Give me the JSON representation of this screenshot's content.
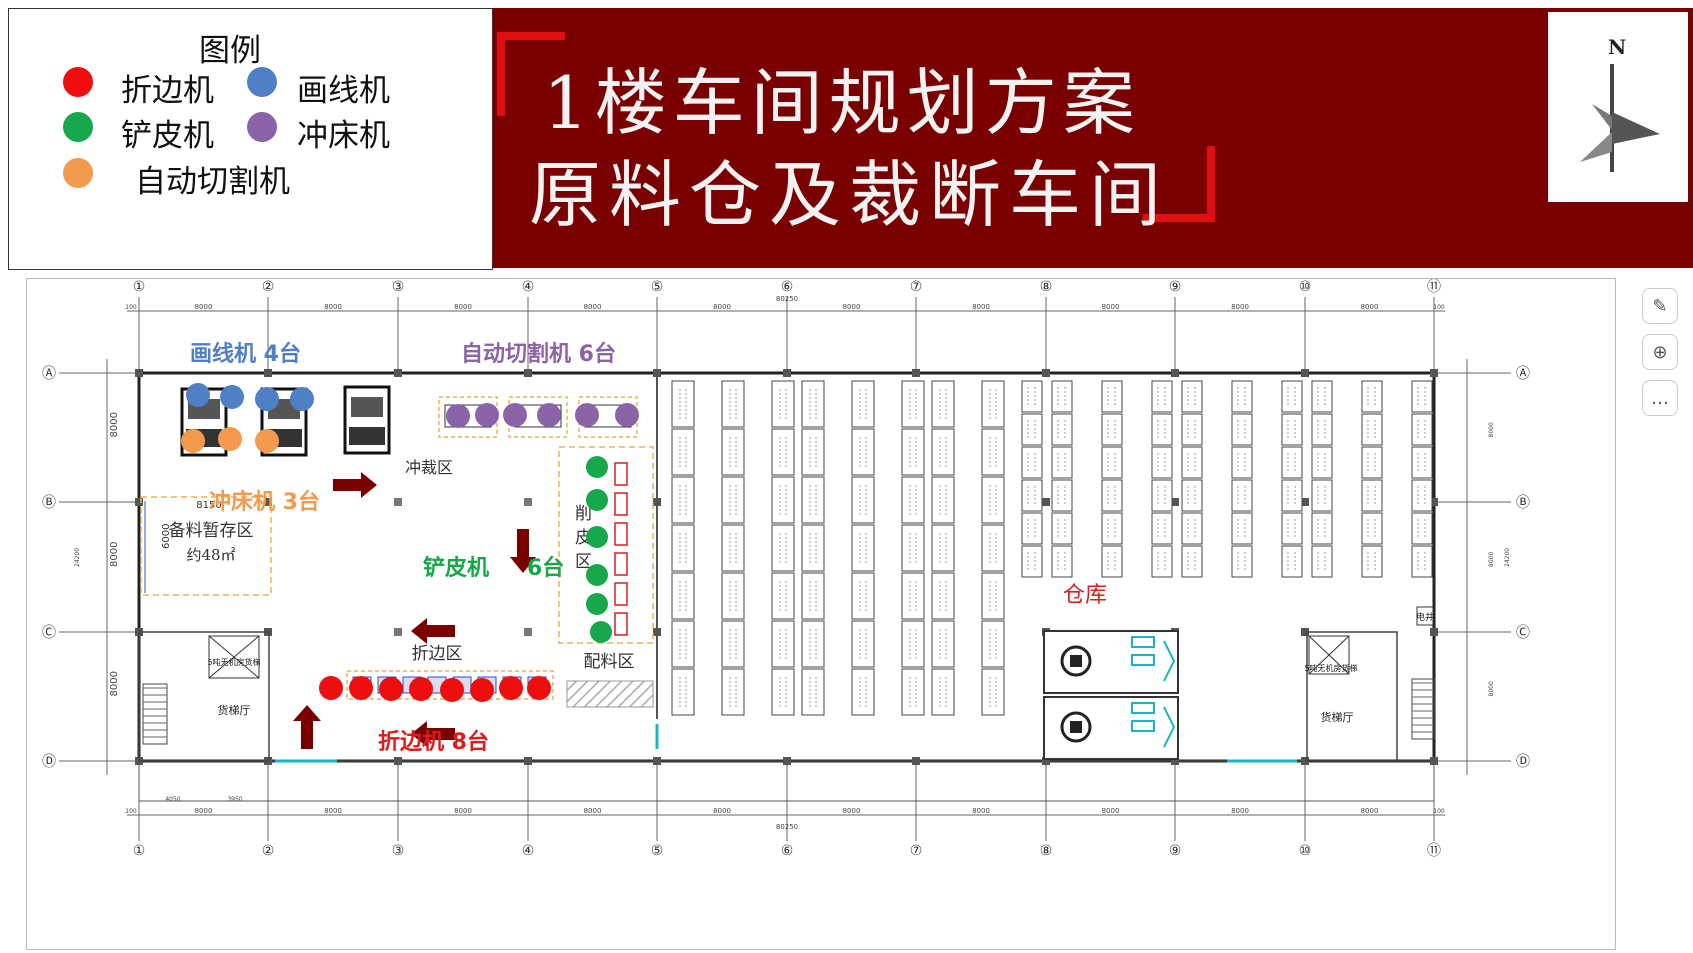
{
  "legend": {
    "title": "图例",
    "items": [
      {
        "label": "折边机",
        "color": "#ee0e0e"
      },
      {
        "label": "画线机",
        "color": "#4f7fc4"
      },
      {
        "label": "铲皮机",
        "color": "#16a84a"
      },
      {
        "label": "冲床机",
        "color": "#8a64a6"
      },
      {
        "label": "自动切割机",
        "color": "#f39a4e"
      }
    ]
  },
  "banner": {
    "title_line1": "1楼车间规划方案",
    "title_line2": "原料仓及裁断车间",
    "background": "#7a0000"
  },
  "compass": {
    "label": "N"
  },
  "plan": {
    "column_numbers": [
      "①",
      "②",
      "③",
      "④",
      "⑤",
      "⑥",
      "⑦",
      "⑧",
      "⑨",
      "⑩",
      "⑪"
    ],
    "row_letters": [
      "Ⓐ",
      "Ⓑ",
      "Ⓒ",
      "Ⓓ"
    ],
    "dim_total": "80250",
    "dim_bay": "8000",
    "dim_edge": "100",
    "dim_height_total": "24200",
    "dim_sub_a": "4050",
    "dim_sub_b": "3950",
    "labels": {
      "huaxian": "画线机 4台",
      "qiege": "自动切割机 6台",
      "chongchuang": "冲床机 3台",
      "chanpi": "铲皮机",
      "chanpi_count": "6台",
      "zhebian": "折边机 8台",
      "cangku": "仓库",
      "chongcai": "冲裁区",
      "beiliao": "备料暂存区",
      "beiliao_area": "约48㎡",
      "beiliao_w": "8150",
      "beiliao_h": "6000",
      "xuepi": [
        "削",
        "皮",
        "区"
      ],
      "zhebianqu": "折边区",
      "peiliao": "配料区",
      "huoti": "货梯厅",
      "elevator": "5吨无机房货梯",
      "stairs_wc": "电井"
    }
  },
  "toolbar": {
    "items": [
      {
        "name": "edit-image-icon",
        "glyph": "✎"
      },
      {
        "name": "zoom-in-icon",
        "glyph": "⊕"
      },
      {
        "name": "more-icon",
        "glyph": "…"
      }
    ]
  }
}
